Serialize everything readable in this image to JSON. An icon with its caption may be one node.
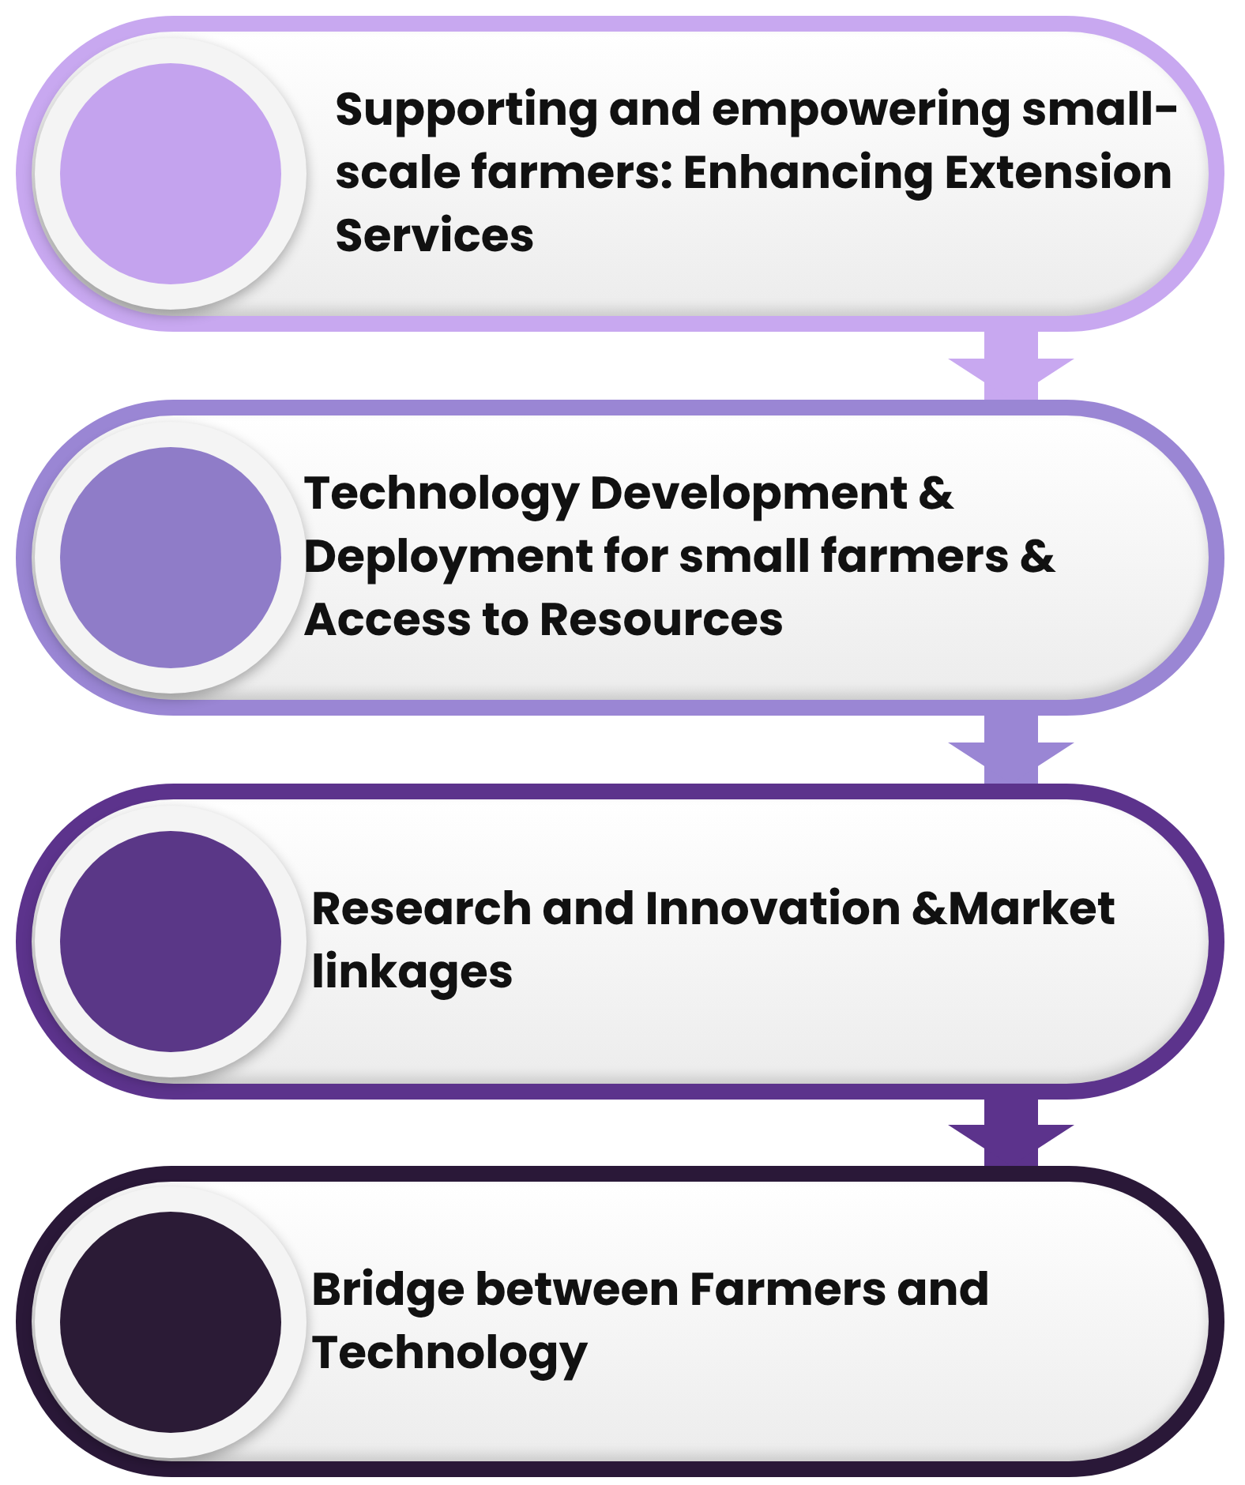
{
  "diagram": {
    "nodes": [
      {
        "text": [
          "Supporting and empowering small-scale farmers: Enhancing Extension Services"
        ]
      },
      {
        "text": [
          "Technology Development & Deployment for small farmers & Access to Resources"
        ]
      },
      {
        "text": [
          "Research and Innovation &Market linkages"
        ]
      },
      {
        "text": [
          "Bridge between Farmers and Technology"
        ]
      }
    ],
    "edges": [
      {
        "from": 0,
        "to": 1,
        "arrow": "to",
        "color": "#c8a8f0"
      },
      {
        "from": 1,
        "to": 2,
        "arrow": "to",
        "color": "#9a86d4"
      },
      {
        "from": 2,
        "to": 3,
        "arrow": "to",
        "color": "#5c338c"
      }
    ]
  }
}
